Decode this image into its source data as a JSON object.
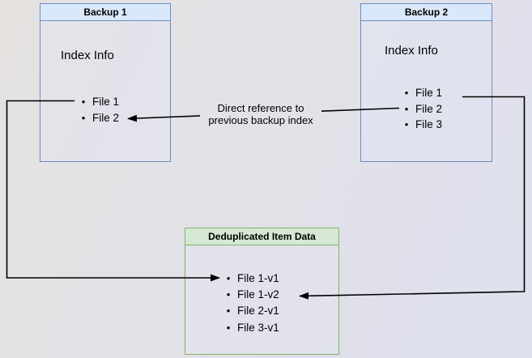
{
  "diagram": {
    "backup1": {
      "title": "Backup 1",
      "section_label": "Index Info",
      "files": [
        "File 1",
        "File 2"
      ]
    },
    "backup2": {
      "title": "Backup 2",
      "section_label": "Index Info",
      "files": [
        "File 1",
        "File 2",
        "File 3"
      ]
    },
    "dedup_store": {
      "title": "Deduplicated Item Data",
      "files": [
        "File 1-v1",
        "File 1-v2",
        "File 2-v1",
        "File 3-v1"
      ]
    },
    "edges": {
      "direct_reference_label": "Direct reference to previous backup index"
    },
    "colors": {
      "backup_box_border": "#6c8ebf",
      "backup_box_header_fill": "#dae8fc",
      "dedup_box_border": "#82b366",
      "dedup_box_header_fill": "#d5e8d4",
      "arrow": "#000000"
    }
  }
}
